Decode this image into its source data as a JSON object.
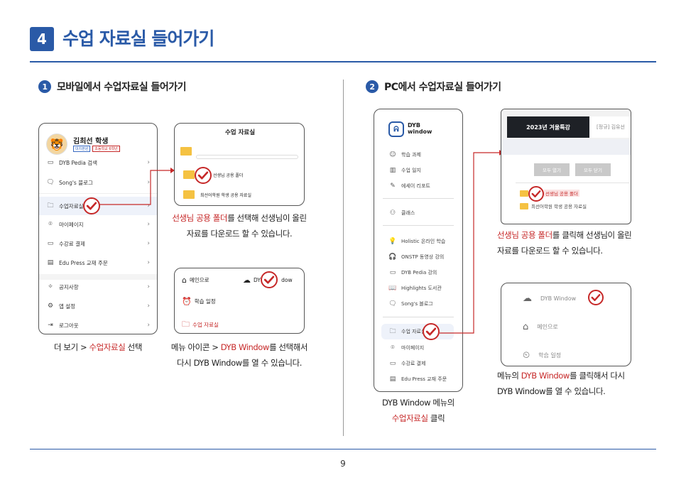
{
  "header": {
    "number": "4",
    "title": "수업 자료실 들어가기"
  },
  "left": {
    "section_num": "1",
    "section_title": "모바일에서 수업자료실 들어가기",
    "profile": {
      "name": "김최선 학생",
      "badge1": "대치본원",
      "badge2": "초등학교 6학년"
    },
    "menu": [
      {
        "label": "DYB Pedia 검색",
        "icon": "tv-icon"
      },
      {
        "label": "Song's 블로그",
        "icon": "chat-icon"
      },
      {
        "label": "수업자료실",
        "icon": "folder-icon"
      },
      {
        "label": "마이페이지",
        "icon": "person-icon"
      },
      {
        "label": "수강료 결제",
        "icon": "card-icon"
      },
      {
        "label": "Edu Press 교재 주문",
        "icon": "book-icon"
      },
      {
        "label": "공지사항",
        "icon": "megaphone-icon"
      },
      {
        "label": "앱 설정",
        "icon": "gear-icon"
      },
      {
        "label": "로그아웃",
        "icon": "logout-icon"
      }
    ],
    "caption_prefix": "더 보기 > ",
    "caption_highlight": "수업자료실",
    "caption_suffix": " 선택",
    "folder_panel": {
      "title": "수업 자료실",
      "item1": "선생님 공용 폴더",
      "item2": "최선어학원 학생 공용 자료실"
    },
    "folder_caption_highlight": "선생님 공용 폴더",
    "folder_caption_rest1": "를 선택해 선생님이 올린",
    "folder_caption_line2": "자료를 다운로드 할 수 있습니다.",
    "window_panel": {
      "main": "메인으로",
      "dyb_prefix": "DYB",
      "dyb_suffix": "dow",
      "schedule": "학습 일정",
      "materials": "수업 자료실"
    },
    "window_caption_prefix": "메뉴 아이콘 > ",
    "window_caption_highlight": "DYB Window",
    "window_caption_rest1": "를 선택해서",
    "window_caption_line2": "다시 DYB Window를 열 수 있습니다."
  },
  "right": {
    "section_num": "2",
    "section_title": "PC에서 수업자료실 들어가기",
    "logo_line1": "DYB",
    "logo_line2": "window",
    "menu": [
      {
        "label": "학습 과제",
        "icon": "smile-icon"
      },
      {
        "label": "수업 일지",
        "icon": "chart-icon"
      },
      {
        "label": "에세이 리포트",
        "icon": "pencil-icon"
      },
      {
        "label": "클래스",
        "icon": "class-icon"
      },
      {
        "label": "Holistic 온라인 학습",
        "icon": "bulb-icon"
      },
      {
        "label": "ONSTP 동영상 강의",
        "icon": "headphone-icon"
      },
      {
        "label": "DYB Pedia 강의",
        "icon": "monitor-icon"
      },
      {
        "label": "Highlights 도서관",
        "icon": "book-icon"
      },
      {
        "label": "Song's 블로그",
        "icon": "chat-icon"
      },
      {
        "label": "수업 자료실",
        "icon": "folder-icon"
      },
      {
        "label": "마이페이지",
        "icon": "person-icon"
      },
      {
        "label": "수강료 결제",
        "icon": "card-icon"
      },
      {
        "label": "Edu Press 교재 주문",
        "icon": "book2-icon"
      }
    ],
    "caption_line1": "DYB Window 메뉴의",
    "caption_highlight": "수업자료실",
    "caption_suffix": " 클릭",
    "browser": {
      "tab_active": "2023년 겨울특강",
      "tab_inactive": "[정규] 김유선",
      "btn_open": "모두 열기",
      "btn_close": "모두 닫기",
      "item1": "선생님 공용 폴더",
      "item2": "최선어학원 학생 공용 자료실"
    },
    "browser_caption_highlight": "선생님 공용 폴더",
    "browser_caption_rest1": "를 클릭해 선생님이 올린",
    "browser_caption_line2": "자료를 다운로드 할 수 있습니다.",
    "window_panel": {
      "dyb_window": "DYB Window",
      "main": "메인으로",
      "schedule": "학습 일정"
    },
    "window_caption_prefix": "메뉴의 ",
    "window_caption_highlight": "DYB Window",
    "window_caption_rest1": "를 클릭해서 다시",
    "window_caption_line2": "DYB Window를 열 수 있습니다."
  },
  "page_number": "9",
  "colors": {
    "accent": "#2a5aa7",
    "highlight": "#c62828"
  }
}
